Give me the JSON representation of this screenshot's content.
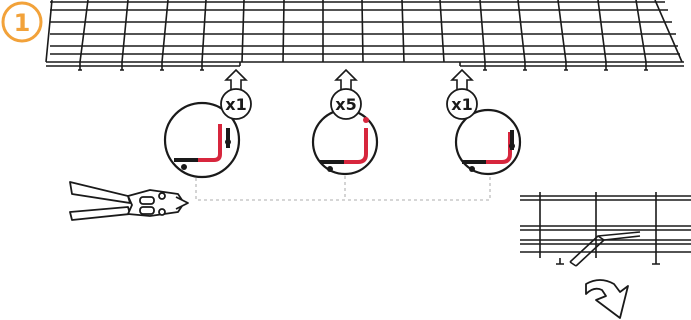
{
  "step": {
    "number": "1",
    "badge_color": "#F2A23A"
  },
  "callouts": [
    {
      "id": "left",
      "quantity": "x1",
      "highlight": "bottom-right"
    },
    {
      "id": "center",
      "quantity": "x5",
      "highlight": "vertical"
    },
    {
      "id": "right",
      "quantity": "x1",
      "highlight": "bottom-right"
    }
  ],
  "icons": {
    "tool": "bolt-cutter-icon",
    "cut_direction": "down-arrow-icon",
    "pointer": "up-arrow-icon"
  },
  "colors": {
    "line": "#1a1a1a",
    "cut_highlight": "#d7263d",
    "leader": "#bdbdbd"
  }
}
